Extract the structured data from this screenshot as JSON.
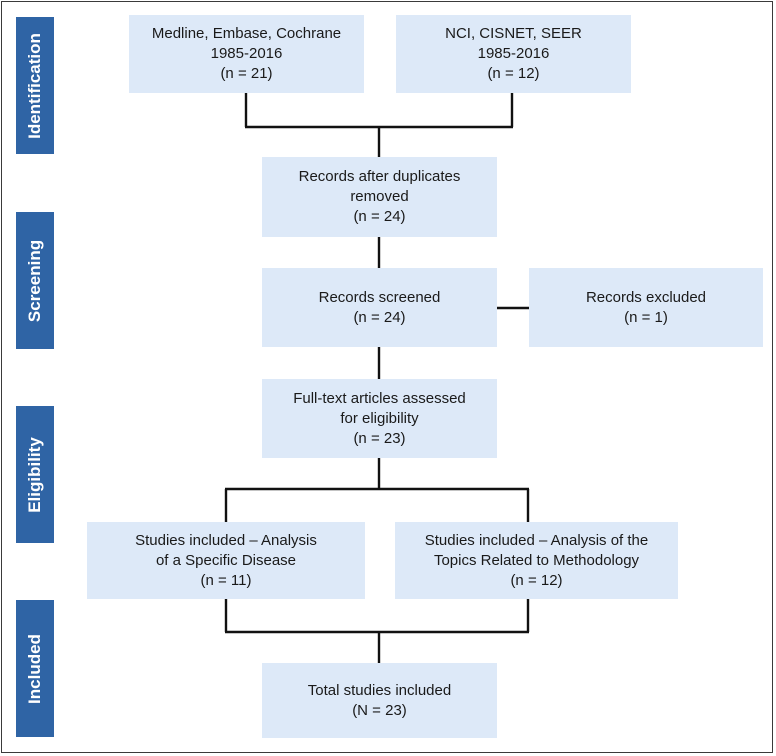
{
  "stages": {
    "identification": "Identification",
    "screening": "Screening",
    "eligibility": "Eligibility",
    "included": "Included"
  },
  "boxes": {
    "db_medline": {
      "line1": "Medline, Embase, Cochrane",
      "line2": "1985-2016",
      "line3": "(n = 21)"
    },
    "db_nci": {
      "line1": "NCI, CISNET, SEER",
      "line2": "1985-2016",
      "line3": "(n = 12)"
    },
    "duplicates_removed": {
      "line1": "Records after duplicates",
      "line2": "removed",
      "line3": "(n = 24)"
    },
    "records_screened": {
      "line1": "Records screened",
      "line2": "(n = 24)"
    },
    "records_excluded": {
      "line1": "Records excluded",
      "line2": "(n = 1)"
    },
    "fulltext_assessed": {
      "line1": "Full-text articles assessed",
      "line2": "for eligibility",
      "line3": "(n = 23)"
    },
    "included_disease": {
      "line1": "Studies included – Analysis",
      "line2": "of a Specific Disease",
      "line3": "(n = 11)"
    },
    "included_methodology": {
      "line1": "Studies included – Analysis of the",
      "line2": "Topics Related to Methodology",
      "line3": "(n = 12)"
    },
    "total_included": {
      "line1": "Total studies included",
      "line2": "(N = 23)"
    }
  },
  "colors": {
    "stage_fill": "#2f64a5",
    "box_fill": "#dde9f8",
    "connector": "#111111"
  }
}
